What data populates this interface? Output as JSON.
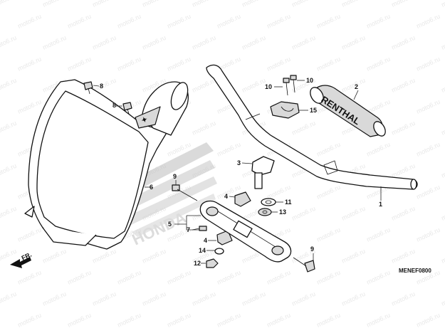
{
  "diagram": {
    "code": "MENEF0800",
    "direction": "FR.",
    "brand_watermark": "HONDA",
    "grip_text": "RENTHAL",
    "site_watermark": "moto6.ru",
    "callouts": {
      "c1": "1",
      "c2": "2",
      "c3": "3",
      "c4a": "4",
      "c4b": "4",
      "c5": "5",
      "c6": "6",
      "c7": "7",
      "c8a": "8",
      "c8b": "8",
      "c9a": "9",
      "c9b": "9",
      "c10a": "10",
      "c10b": "10",
      "c11": "11",
      "c12": "12",
      "c13": "13",
      "c14": "14",
      "c15": "15"
    }
  }
}
